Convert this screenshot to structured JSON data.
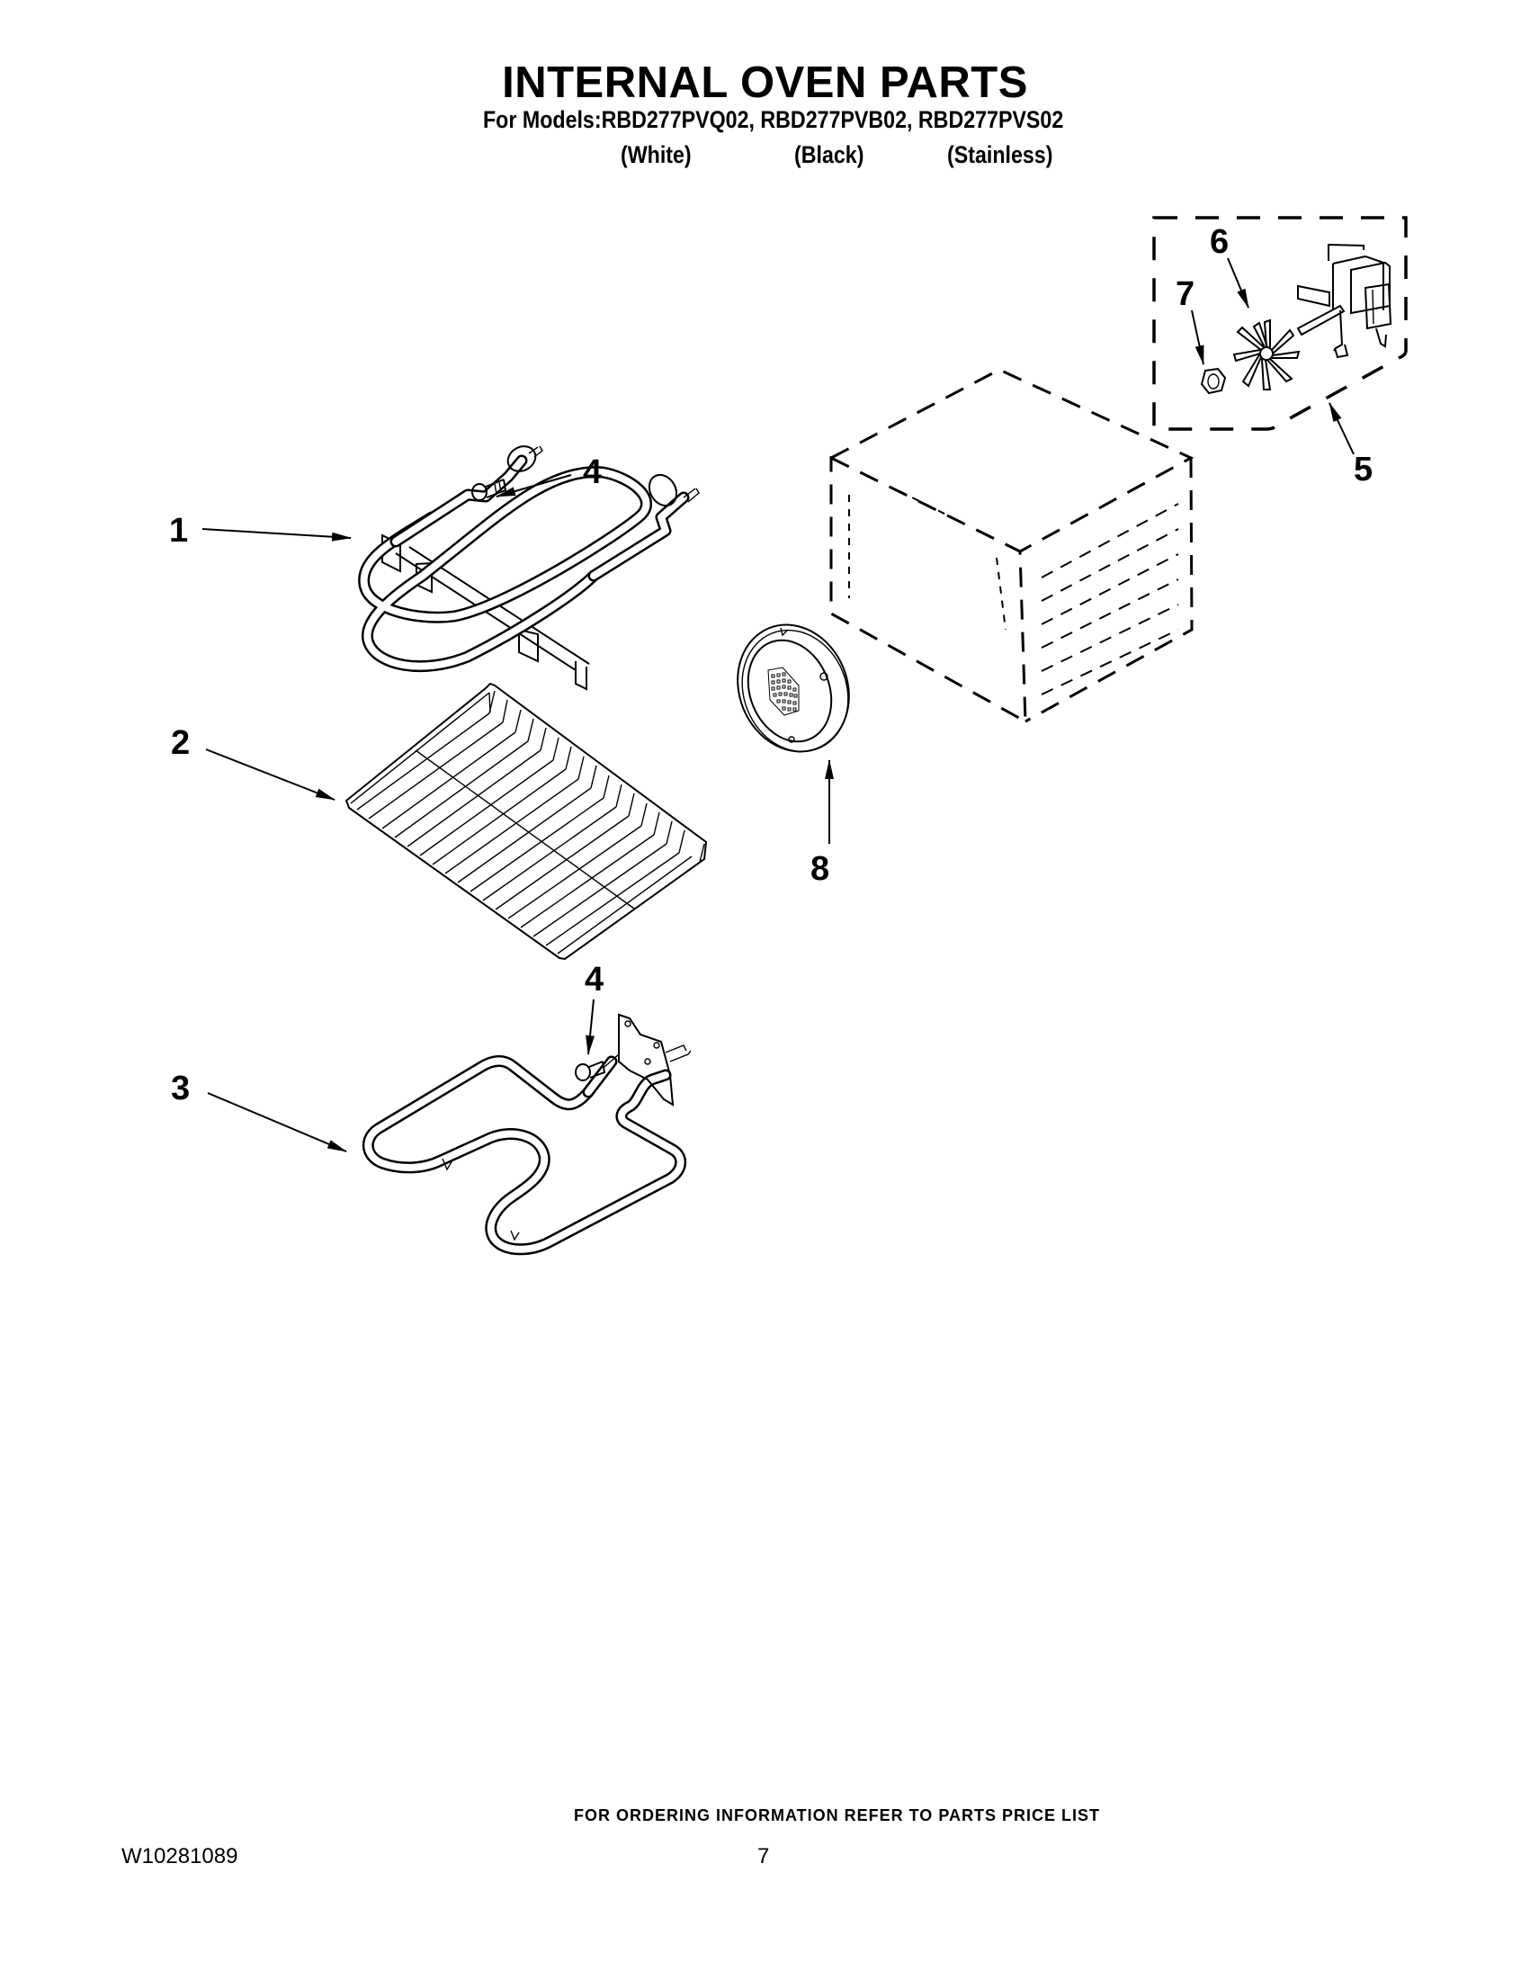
{
  "header": {
    "title": "INTERNAL OVEN PARTS",
    "models_line": "For Models:RBD277PVQ02, RBD277PVB02, RBD277PVS02",
    "variants": [
      "(White)",
      "(Black)",
      "(Stainless)"
    ]
  },
  "callouts": [
    {
      "number": "1",
      "part": "broil-element"
    },
    {
      "number": "2",
      "part": "oven-rack"
    },
    {
      "number": "3",
      "part": "bake-element"
    },
    {
      "number": "4",
      "part": "screw"
    },
    {
      "number": "4",
      "part": "screw"
    },
    {
      "number": "5",
      "part": "convection-fan-motor-assembly"
    },
    {
      "number": "6",
      "part": "fan-blade"
    },
    {
      "number": "7",
      "part": "nut"
    },
    {
      "number": "8",
      "part": "fan-cover"
    }
  ],
  "footer": {
    "ordering_note": "FOR ORDERING INFORMATION REFER TO PARTS PRICE LIST",
    "document_number": "W10281089",
    "page_number": "7"
  },
  "colors": {
    "ink": "#000000",
    "paper": "#ffffff"
  }
}
